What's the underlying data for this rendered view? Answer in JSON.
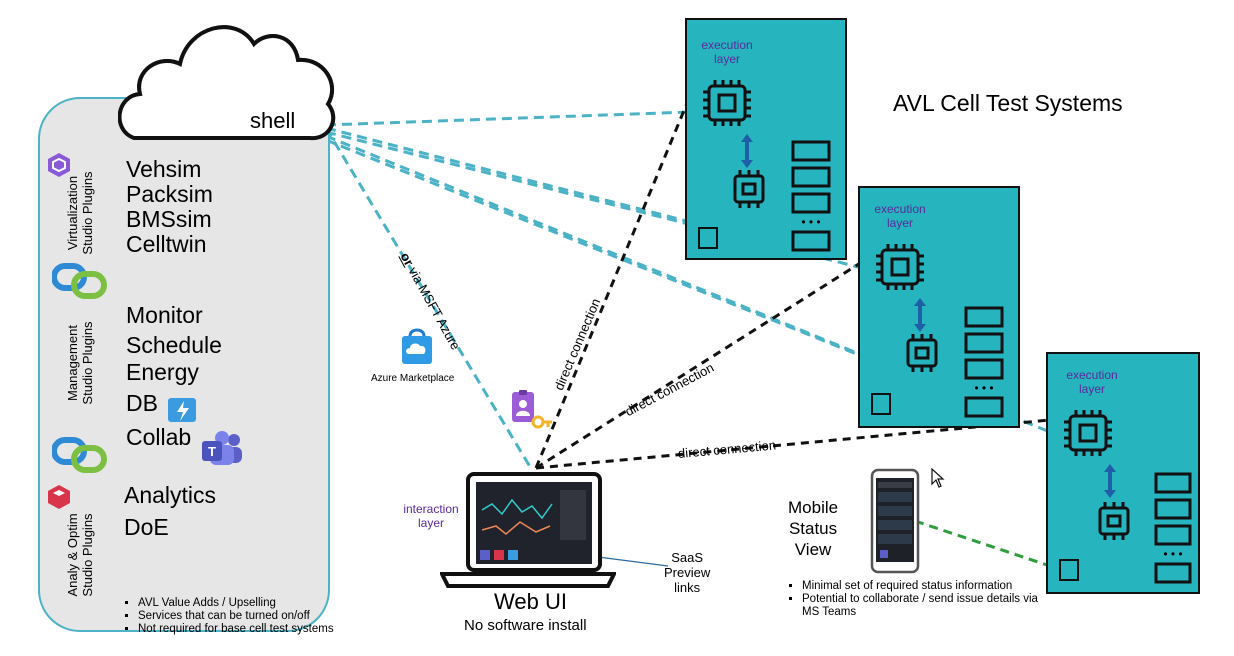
{
  "title": "AVL Cell Test Systems",
  "shell_label": "shell",
  "plugins_group1": [
    "Vehsim",
    "Packsim",
    "BMSsim",
    "Celltwin"
  ],
  "plugins_group2": [
    "Monitor",
    "Schedule",
    "Energy",
    "DB",
    "Collab"
  ],
  "plugins_group3": [
    "Analytics",
    "DoE"
  ],
  "studio_labels": {
    "virtualization": "Virtualization\nStudio Plugins",
    "management": "Management\nStudio Plugins",
    "analy": "Analy & Optim\nStudio Plugins"
  },
  "notes_left": [
    "AVL Value Adds / Upselling",
    "Services that can be turned on/off",
    "Not required for base cell test systems"
  ],
  "azure_link": {
    "prefix": "or",
    "text": " via MSFT Azure"
  },
  "azure_marketplace": "Azure Marketplace",
  "direct_connection": "direct connection",
  "interaction_layer": "interaction\nlayer",
  "execution_layer": "execution\nlayer",
  "web_ui": {
    "title": "Web UI",
    "subtitle": "No software install"
  },
  "saas": "SaaS\nPreview\nlinks",
  "mobile": {
    "title": "Mobile\nStatus\nView",
    "notes": [
      "Minimal set of required status information",
      "Potential to collaborate / send issue details via MS Teams"
    ]
  },
  "colors": {
    "teal": "#26b4be",
    "panel_border": "#4bb3c5",
    "purple": "#5a2a9a",
    "blue_arrow": "#1f5fa8",
    "green_link": "#2e9e3e"
  }
}
